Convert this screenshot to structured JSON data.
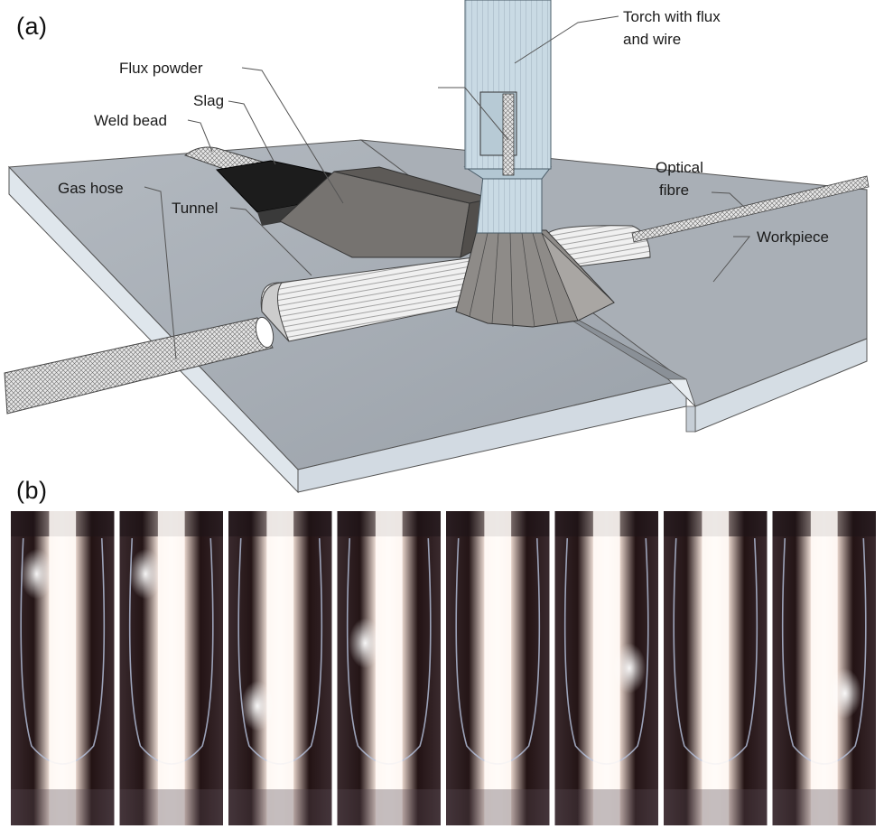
{
  "panels": {
    "a": "(a)",
    "b": "(b)"
  },
  "callouts": {
    "torch": [
      "Torch with flux",
      "and wire"
    ],
    "flux_powder": "Flux powder",
    "slag": "Slag",
    "weld_bead": "Weld bead",
    "gas_hose": "Gas hose",
    "tunnel": "Tunnel",
    "optical_fibre": [
      "Optical",
      "fibre"
    ],
    "workpiece": "Workpiece"
  },
  "frames": [
    {
      "flare": "upper-left"
    },
    {
      "flare": "upper-left"
    },
    {
      "flare": "lower-left"
    },
    {
      "flare": "mid-left"
    },
    {
      "flare": "none"
    },
    {
      "flare": "lower-right"
    },
    {
      "flare": "none"
    },
    {
      "flare": "mid-right"
    }
  ],
  "colors": {
    "plate_top": "#a7adb5",
    "plate_side": "#cfd7df",
    "flux": "#767370",
    "slag": "#1c1c1c",
    "torch": "#c9dae4",
    "arc_glow": "#fff6f0",
    "frame_bg": "#2a1a1a"
  }
}
